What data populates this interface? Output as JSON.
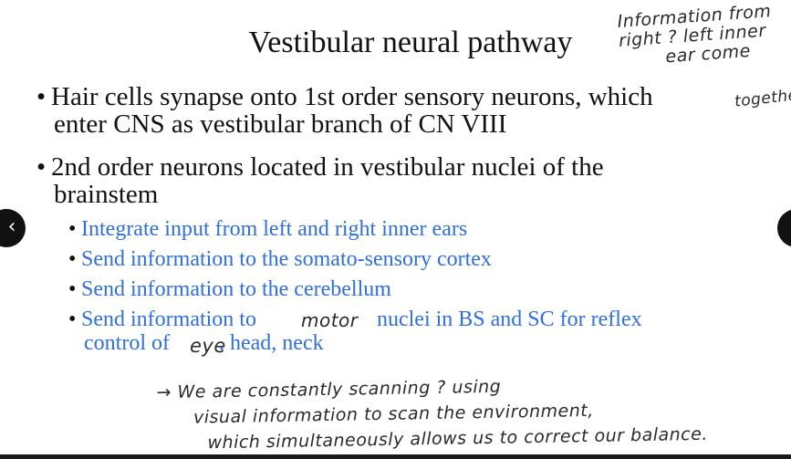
{
  "slide": {
    "title": "Vestibular neural pathway",
    "bullets": [
      {
        "marker": "•",
        "line1": "Hair cells synapse onto 1st order sensory neurons, which",
        "line2": "enter CNS as vestibular branch of CN VIII"
      },
      {
        "marker": "•",
        "line1": "2nd order neurons located in vestibular nuclei of the",
        "line2": "brainstem"
      }
    ],
    "subbullets": [
      {
        "marker": "•",
        "text": "Integrate input from left and right inner ears"
      },
      {
        "marker": "•",
        "text": "Send information to the somato-sensory cortex"
      },
      {
        "marker": "•",
        "text": "Send information to the cerebellum"
      },
      {
        "marker": "•",
        "part1": "Send information to",
        "part2": "nuclei in BS and SC for reflex",
        "line2_part1": "control of",
        "line2_part2": ", head, neck"
      }
    ]
  },
  "handwriting": {
    "corner_note": {
      "line1": "Information from",
      "line2": "right ? left inner",
      "line3": "ear come",
      "line4": "togethe"
    },
    "insert_motor": "motor",
    "insert_eye": "eye",
    "bottom_note": {
      "line1": "→ We are constantly scanning ? using",
      "line2": "visual information to scan the environment,",
      "line3": "which simultaneously allows us to correct our balance."
    }
  },
  "navigation": {
    "prev_icon": "‹",
    "next_icon": "›"
  },
  "colors": {
    "subbullet_text": "#2f6fe0",
    "handwriting": "#2a2a2a",
    "nav_button": "#111111"
  }
}
